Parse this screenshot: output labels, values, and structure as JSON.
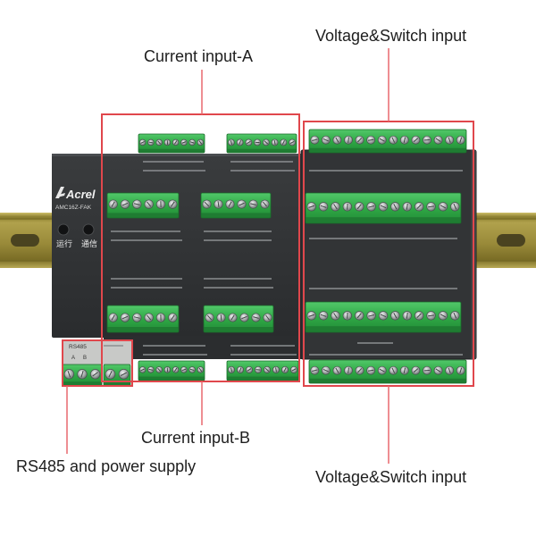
{
  "callouts": {
    "voltage_switch_top": "Voltage&Switch input",
    "current_a": "Current input-A",
    "current_b": "Current input-B",
    "rs485_power": "RS485 and power supply",
    "voltage_switch_bottom": "Voltage&Switch input"
  },
  "device": {
    "brand": "Acrel",
    "model": "AMC16Z-FAK",
    "run_indicator_label": "运行",
    "comm_indicator_label": "通信",
    "port_label": "RS485",
    "port_terminal_a": "A",
    "port_terminal_b": "B"
  },
  "colors": {
    "callout": "#e0474c",
    "callout_line": "#e8686d",
    "terminal_green": "#2fa845",
    "device_body": "#2d2f31",
    "din_rail": "#9c8d3c"
  }
}
